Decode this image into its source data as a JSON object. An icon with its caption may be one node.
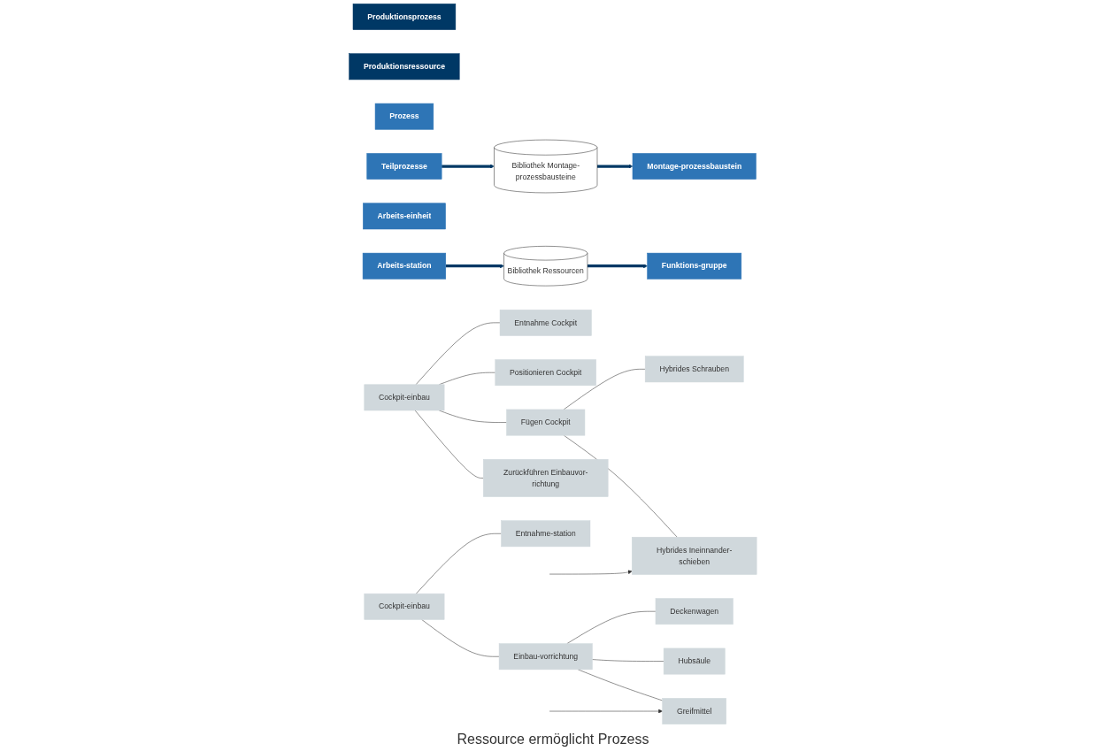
{
  "diagram": {
    "nodes": [
      {
        "text": [
          "Produktionsprozess"
        ]
      },
      {
        "text": [
          "Produktionsressource"
        ]
      },
      {
        "text": [
          "Bibliothek Montage-prozessbausteine"
        ]
      },
      {
        "text": [
          "Bibliothek Ressourcen"
        ]
      },
      {
        "text": [
          "Prozess"
        ]
      },
      {
        "text": [
          "Teilprozesse"
        ]
      },
      {
        "text": [
          "Montage-prozessbaustein"
        ]
      },
      {
        "text": [
          "Arbeits-einheit"
        ]
      },
      {
        "text": [
          "Arbeits-station"
        ]
      },
      {
        "text": [
          "Funktions-gruppe"
        ]
      },
      {
        "text": [
          "Entnahme Cockpit"
        ]
      },
      {
        "text": [
          "Positionieren Cockpit"
        ]
      },
      {
        "text": [
          "Cockpit-einbau"
        ]
      },
      {
        "text": [
          "Fügen Cockpit"
        ]
      },
      {
        "text": [
          "Hybrides Schrauben"
        ]
      },
      {
        "text": [
          "Zurückführen Einbauvor-richtung"
        ]
      },
      {
        "text": [
          "Hybrides Ineinnander-schieben"
        ]
      },
      {
        "text": [
          "Deckenwagen"
        ]
      },
      {
        "text": [
          "Entnahme-station"
        ]
      },
      {
        "text": [
          "Cockpit-einbau"
        ]
      },
      {
        "text": [
          "Hubsäule"
        ]
      },
      {
        "text": [
          "Einbau-vorrichtung"
        ]
      },
      {
        "text": [
          "Greifmittel"
        ]
      }
    ],
    "edges": [
      {
        "from": 5,
        "to": 2,
        "arrow": "to",
        "style": "thick",
        "color": "#003865"
      },
      {
        "from": 2,
        "to": 6,
        "arrow": "to",
        "style": "thick",
        "color": "#003865"
      },
      {
        "from": 8,
        "to": 3,
        "arrow": "to",
        "style": "thick",
        "color": "#003865"
      },
      {
        "from": 3,
        "to": 9,
        "arrow": "to",
        "style": "thick",
        "color": "#003865"
      },
      {
        "from": 12,
        "to": 10,
        "arrow": "none"
      },
      {
        "from": 12,
        "to": 11,
        "arrow": "none"
      },
      {
        "from": 12,
        "to": 13,
        "arrow": "none"
      },
      {
        "from": 12,
        "to": 15,
        "arrow": "none"
      },
      {
        "from": 13,
        "to": 14,
        "arrow": "none"
      },
      {
        "from": 13,
        "to": 16,
        "arrow": "none"
      },
      {
        "from": 19,
        "to": 18,
        "arrow": "none"
      },
      {
        "from": 19,
        "to": 21,
        "arrow": "none"
      },
      {
        "from": 21,
        "to": 17,
        "arrow": "none"
      },
      {
        "from": 21,
        "to": 20,
        "arrow": "none"
      },
      {
        "from": 21,
        "to": 22,
        "arrow": "none"
      },
      {
        "from": null,
        "to": 16,
        "arrow": "to"
      },
      {
        "from": null,
        "to": 22,
        "arrow": "to"
      }
    ],
    "labels": [
      "Ressource ermöglicht Prozess"
    ]
  }
}
